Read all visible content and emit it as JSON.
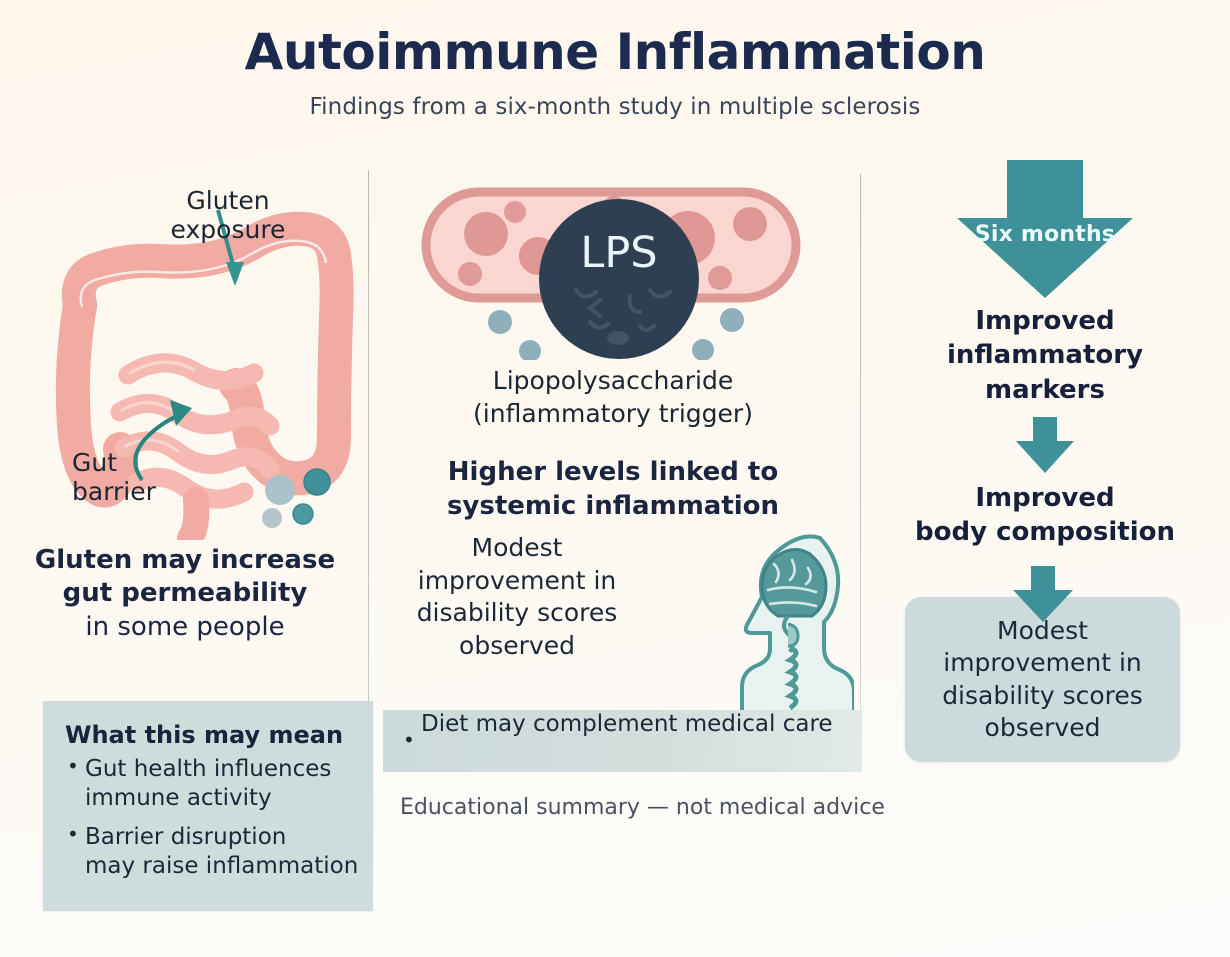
{
  "header": {
    "title": "Autoimmune Inflammation",
    "subtitle": "Findings from a six-month study in multiple sclerosis"
  },
  "colors": {
    "background": "#fdf8f0",
    "title_navy": "#1b2a4e",
    "teal_accent": "#3d9199",
    "card_bg": "#ccdadb",
    "gut_pink": "#f5b6ae",
    "lps_navy": "#2d3e50"
  },
  "left_column": {
    "figure_name": "intestine-diagram",
    "callouts": [
      {
        "label": "Gluten\nexposure",
        "name": "gluten-exposure-callout"
      },
      {
        "label": "Gut\nbarrier",
        "name": "gut-barrier-callout"
      }
    ],
    "callout_gluten_line1": "Gluten",
    "callout_gluten_line2": "exposure",
    "callout_gut_line1": "Gut",
    "callout_gut_line2": "barrier",
    "statement_bold": "Gluten may increase gut permeability",
    "statement_rest": "in some people",
    "card": {
      "title": "What this may mean",
      "bullets": [
        "Gut health influences",
        "immune activity",
        "Barrier disruption",
        "may raise inflammation"
      ],
      "bullet_items": [
        {
          "line1": "Gut health influences",
          "line2": "immune activity"
        },
        {
          "line1": "Barrier disruption",
          "line2": "may raise inflammation"
        }
      ]
    }
  },
  "middle_column": {
    "figure_name": "bacterium-lps-diagram",
    "lps_badge": "LPS",
    "caption_line1": "Lipopolysaccharide",
    "caption_line2": "(inflammatory trigger)",
    "headline_line1": "Higher levels linked to",
    "headline_line2": "systemic inflammation",
    "body_line1": "Modest",
    "body_line2": "improvement in",
    "body_line3": "disability scores",
    "body_line4": "observed",
    "head_figure_name": "head-brain-diagram",
    "card_bullet": "Diet may complement medical care",
    "disclaimer": "Educational summary — not medical advice"
  },
  "right_column": {
    "arrow_label": "Six months",
    "step1_line1": "Improved",
    "step1_line2": "inflammatory",
    "step1_line3": "markers",
    "step2_line1": "Improved",
    "step2_line2": "body composition",
    "outcome_line1": "Modest",
    "outcome_line2": "improvement in",
    "outcome_line3": "disability scores",
    "outcome_line4": "observed"
  }
}
